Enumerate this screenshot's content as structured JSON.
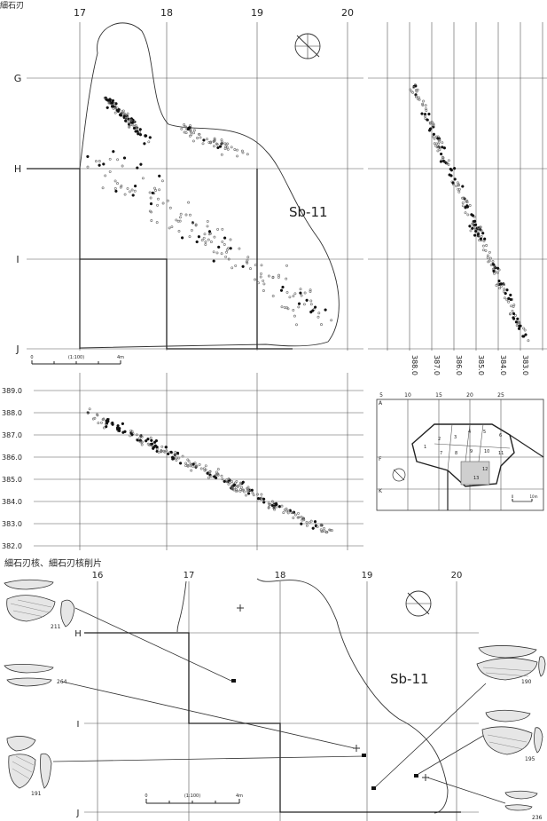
{
  "header_text": "細石刃",
  "plan_view": {
    "col_labels": [
      "17",
      "18",
      "19",
      "20"
    ],
    "row_labels": [
      "G",
      "H",
      "I",
      "J"
    ],
    "zone_label": "Sb-11",
    "scale_text": "(1:100)",
    "scale_ticks": [
      "0",
      "4m"
    ]
  },
  "section_view_right": {
    "depth_labels": [
      "388.0",
      "387.0",
      "386.0",
      "385.0",
      "384.0",
      "383.0"
    ]
  },
  "section_view_bottom": {
    "depth_labels": [
      "389.0",
      "388.0",
      "387.0",
      "386.0",
      "385.0",
      "384.0",
      "383.0",
      "382.0"
    ]
  },
  "key_map": {
    "col_labels": [
      "5",
      "10",
      "15",
      "20",
      "25"
    ],
    "row_labels": [
      "A",
      "F",
      "K"
    ],
    "sector_numbers": [
      "1",
      "2",
      "3",
      "4",
      "5",
      "6",
      "7",
      "8",
      "9",
      "10",
      "11",
      "12",
      "13"
    ],
    "scale_ticks": [
      "0",
      "10m"
    ]
  },
  "artifact_section": {
    "title": "細石刃核、細石刃核削片",
    "col_labels": [
      "16",
      "17",
      "18",
      "19",
      "20"
    ],
    "row_labels": [
      "H",
      "I",
      "J"
    ],
    "zone_label": "Sb-11",
    "scale_text": "(1:100)",
    "scale_ticks": [
      "0",
      "4m"
    ],
    "artifacts": [
      {
        "id": "211"
      },
      {
        "id": "264"
      },
      {
        "id": "191"
      },
      {
        "id": "190"
      },
      {
        "id": "195"
      },
      {
        "id": "236"
      }
    ]
  }
}
